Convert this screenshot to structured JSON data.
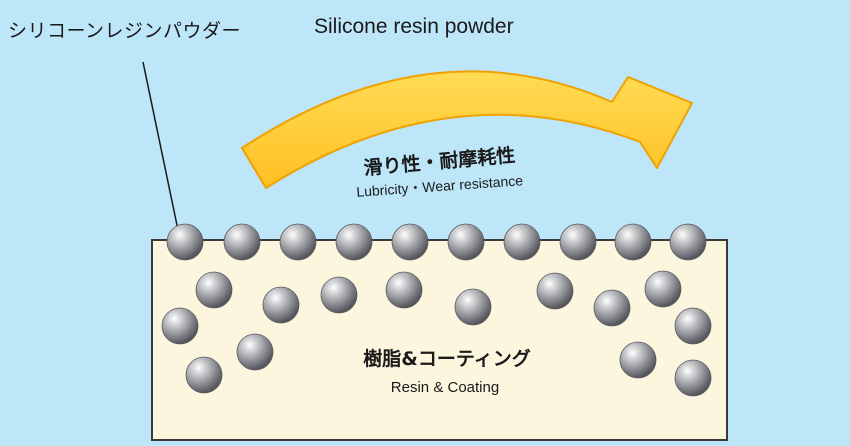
{
  "label_particle_ja": "シリコーンレジンパウダー",
  "label_particle_en": "Silicone resin powder",
  "arrow_label_ja": "滑り性・耐摩耗性",
  "arrow_label_en": "Lubricity・Wear resistance",
  "layer_label_ja": "樹脂&コーティング",
  "layer_label_en": "Resin & Coating",
  "colors": {
    "background": "#bde6f9",
    "layer_fill": "#fcf6df",
    "layer_stroke": "#3a3a3a",
    "arrow_fill": "#ffc733",
    "arrow_stroke": "#f1a100",
    "particle": "#8e9096"
  }
}
